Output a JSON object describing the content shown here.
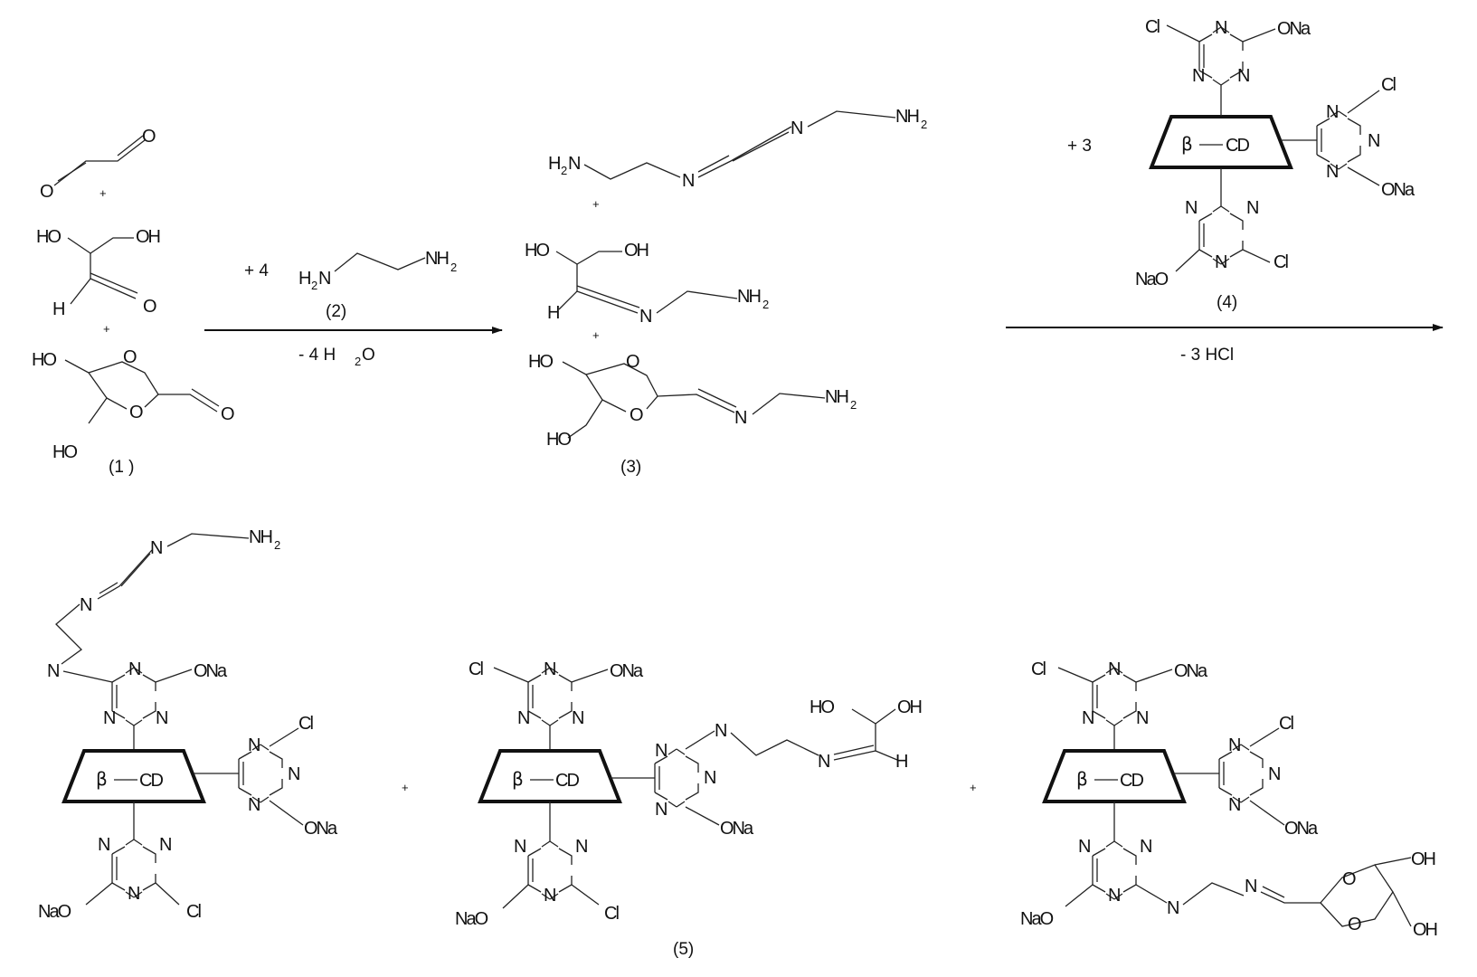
{
  "atoms": {
    "O": "O",
    "H": "H",
    "HO": "HO",
    "OH": "OH",
    "N": "N",
    "Cl": "Cl",
    "ONa": "ONa",
    "NaO": "NaO",
    "NH": "NH",
    "H2N_H": "H",
    "H2N_N": "N",
    "sub2": "2",
    "beta": "β",
    "CD": "CD"
  },
  "plus_sign": "+",
  "reagents": {
    "ethylenediamine": {
      "coefficient": "+ 4",
      "label": "(2)",
      "byproduct": "- 4  H",
      "byproduct_sub": "2",
      "byproduct_tail": "O"
    },
    "triazinyl_cd": {
      "coefficient": "+ 3",
      "label": "(4)",
      "byproduct": "- 3 HCl"
    }
  },
  "compound_labels": {
    "c1": "(1 )",
    "c3": "(3)",
    "c5": "(5)"
  }
}
